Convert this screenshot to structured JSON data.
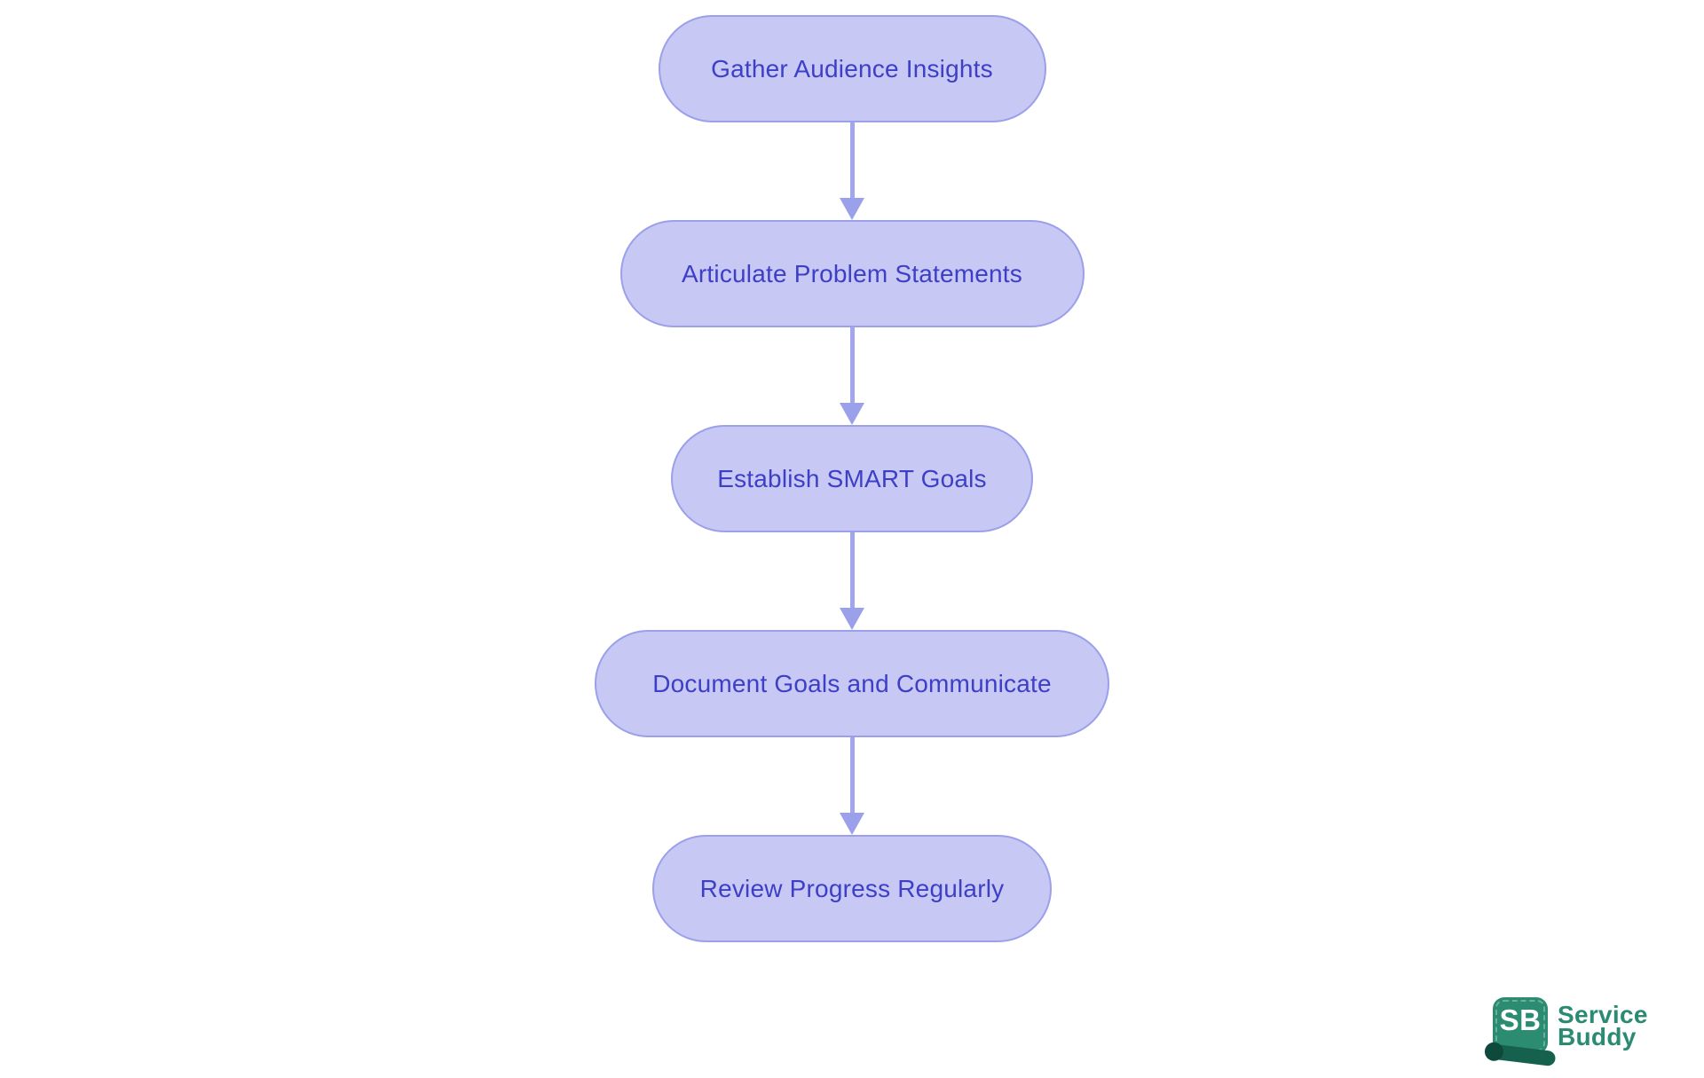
{
  "diagram": {
    "type": "flowchart",
    "direction": "top-down",
    "nodes": [
      {
        "id": 1,
        "label": "Gather Audience Insights"
      },
      {
        "id": 2,
        "label": "Articulate Problem Statements"
      },
      {
        "id": 3,
        "label": "Establish SMART Goals"
      },
      {
        "id": 4,
        "label": "Document Goals and Communicate"
      },
      {
        "id": 5,
        "label": "Review Progress Regularly"
      }
    ],
    "edges": [
      {
        "from": 1,
        "to": 2
      },
      {
        "from": 2,
        "to": 3
      },
      {
        "from": 3,
        "to": 4
      },
      {
        "from": 4,
        "to": 5
      }
    ],
    "colors": {
      "node_fill": "#c7c8f4",
      "node_border": "#9ba0e9",
      "node_text": "#3d3fc6",
      "arrow": "#9ea3ec",
      "background": "#ffffff"
    }
  },
  "logo": {
    "badge_text": "SB",
    "name_line1": "Service",
    "name_line2": "Buddy",
    "colors": {
      "badge_fill": "#2b8c71",
      "roll": "#16604e",
      "roll_cap": "#0d4a3c",
      "wordmark_text": "#2a8a72",
      "badge_text": "#ffffff"
    }
  }
}
